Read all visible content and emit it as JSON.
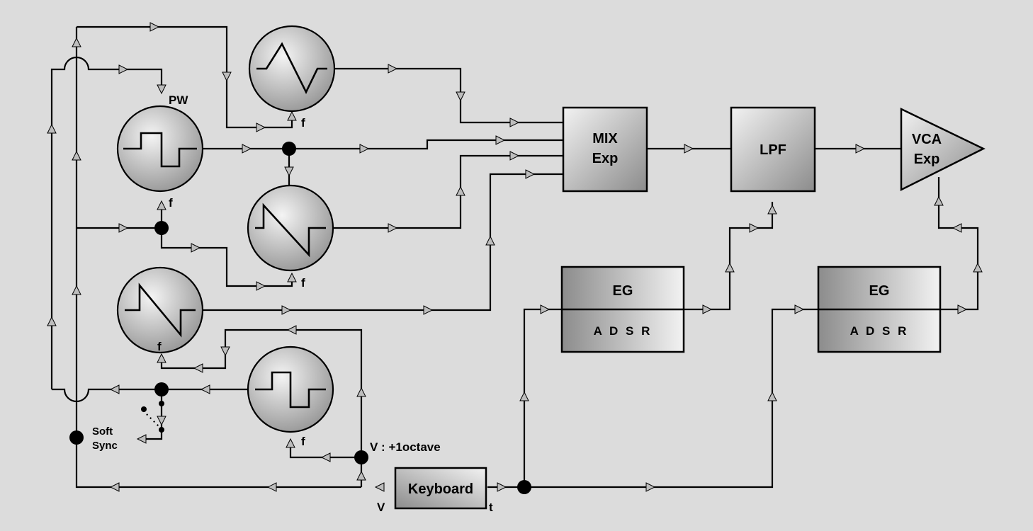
{
  "blocks": {
    "mix_line1": "MIX",
    "mix_line2": "Exp",
    "lpf": "LPF",
    "vca_line1": "VCA",
    "vca_line2": "Exp",
    "eg_title": "EG",
    "eg_sub": "A D S R",
    "keyboard": "Keyboard"
  },
  "labels": {
    "pw": "PW",
    "freq": "f",
    "soft": "Soft",
    "sync": "Sync",
    "v_octave": "V : +1octave",
    "v": "V",
    "t": "t"
  },
  "colors": {
    "background": "#dcdcdc",
    "box_light": "#f2f2f2",
    "box_dark": "#8c8c8c",
    "stroke": "#000000"
  }
}
